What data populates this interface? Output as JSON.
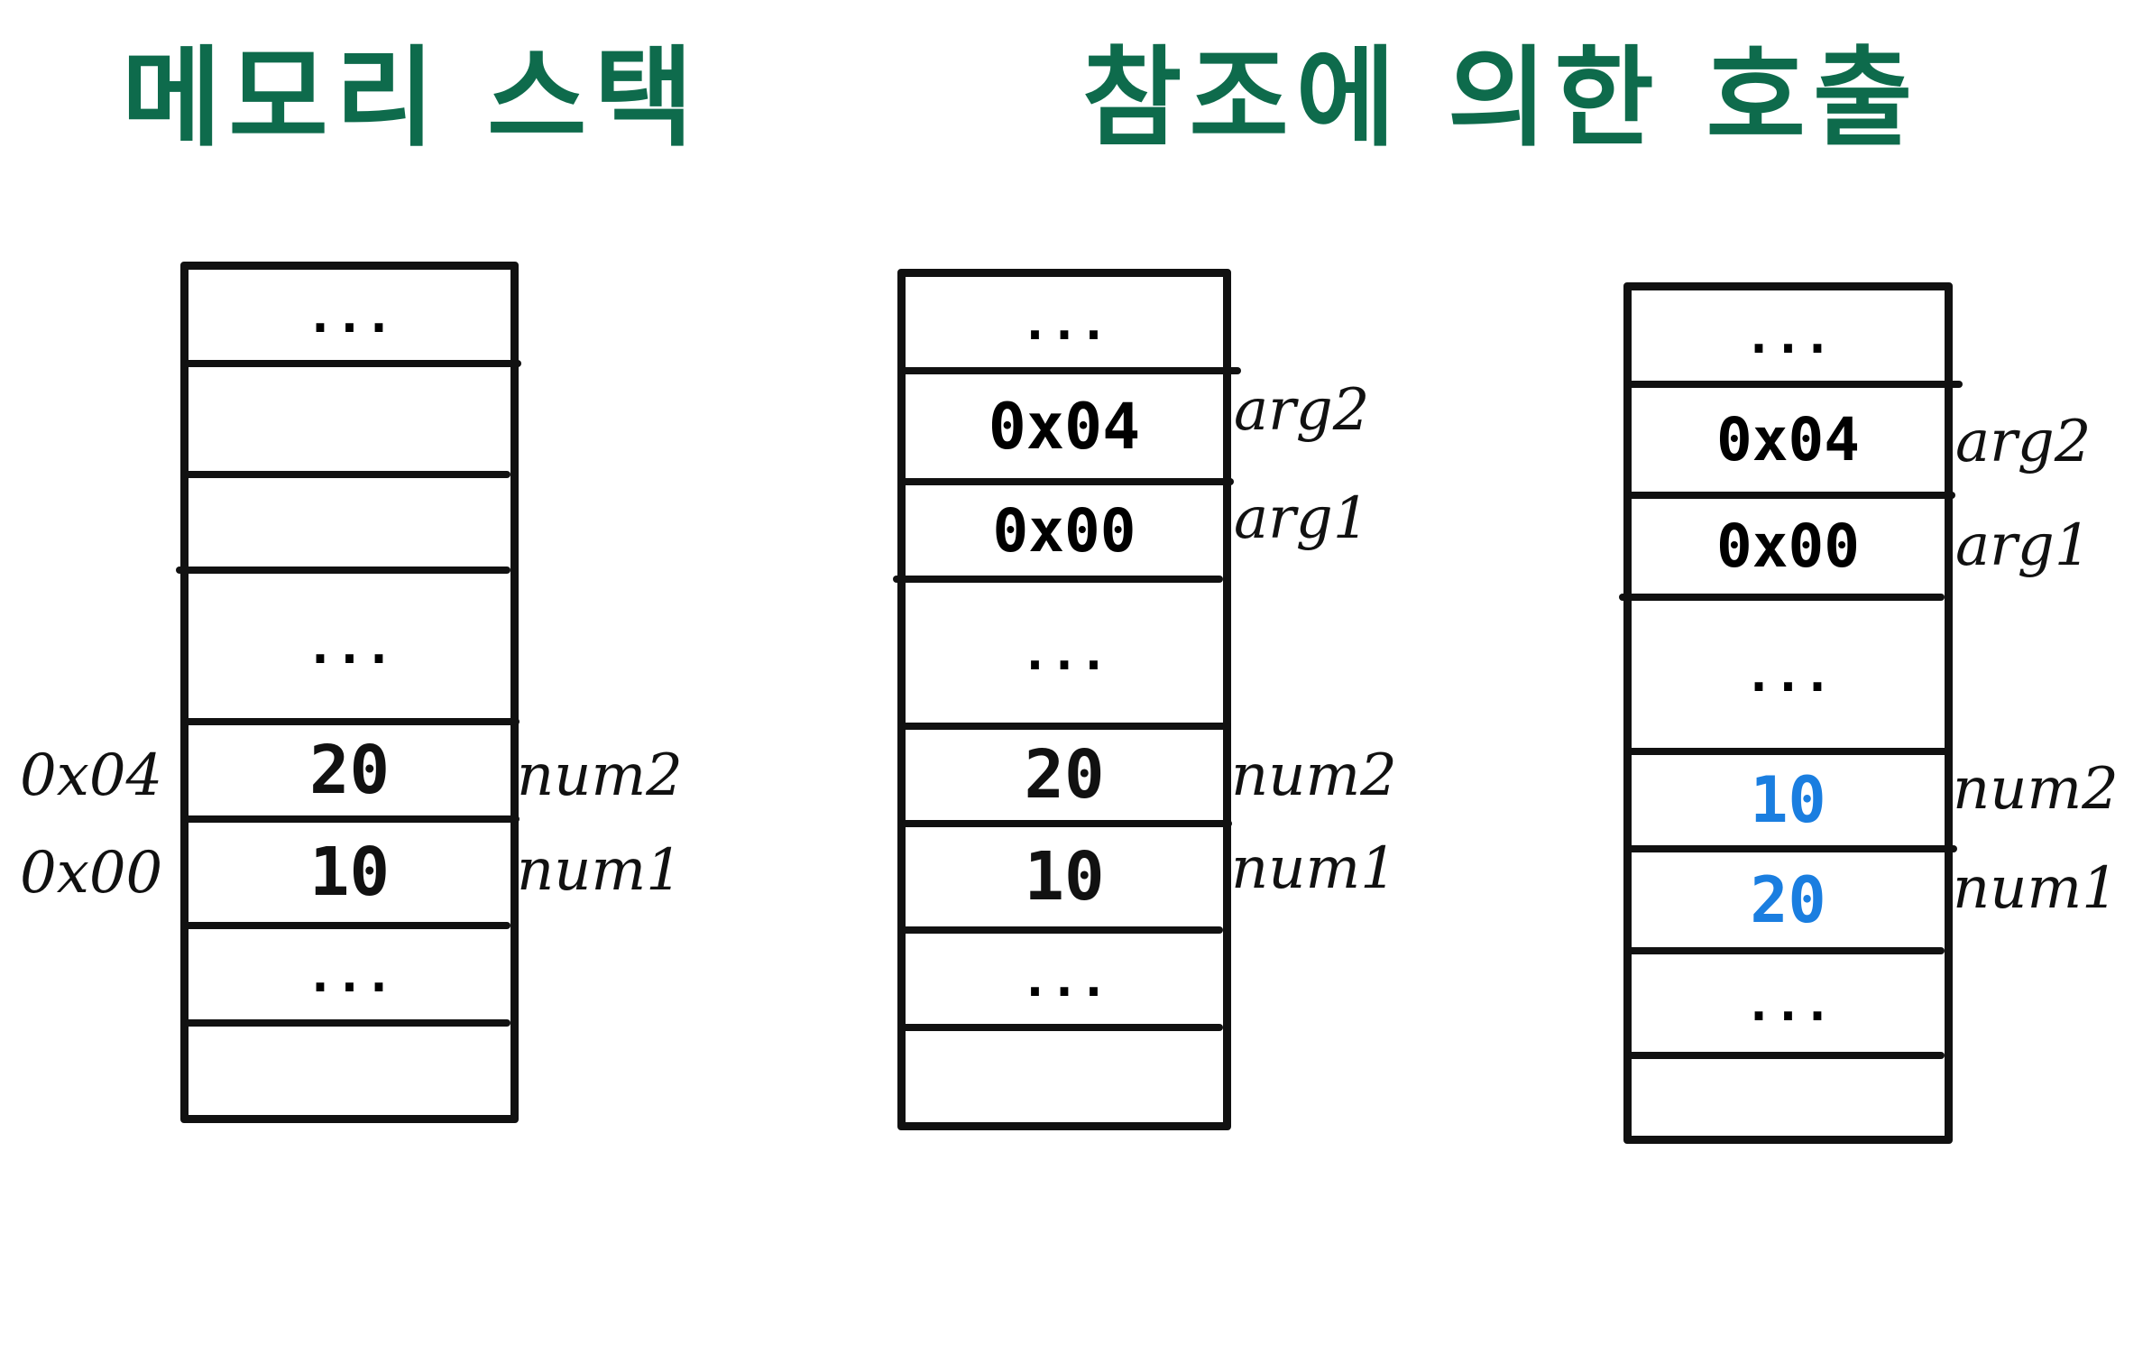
{
  "titles": {
    "left": "메모리 스택",
    "right": "참조에 의한 호출"
  },
  "colors": {
    "title": "#0e6b4c",
    "ink": "#111111",
    "swapped": "#1a7ee0"
  },
  "stacks": [
    {
      "cells": [
        "...",
        "",
        "",
        "...",
        "20",
        "10",
        "...",
        ""
      ],
      "left_labels": [
        "0x04",
        "0x00"
      ],
      "right_labels": [
        "num2",
        "num1"
      ]
    },
    {
      "cells": [
        "...",
        "0x04",
        "0x00",
        "...",
        "20",
        "10",
        "...",
        ""
      ],
      "right_labels": [
        "arg2",
        "arg1",
        "num2",
        "num1"
      ]
    },
    {
      "cells": [
        "...",
        "0x04",
        "0x00",
        "...",
        "10",
        "20",
        "...",
        ""
      ],
      "right_labels": [
        "arg2",
        "arg1",
        "num2",
        "num1"
      ],
      "highlighted_cells": [
        4,
        5
      ]
    }
  ]
}
